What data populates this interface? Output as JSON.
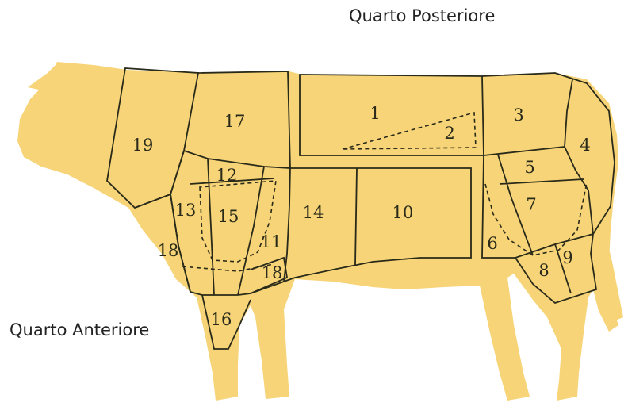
{
  "labels": {
    "posterior": "Quarto Posteriore",
    "anterior": "Quarto Anteriore"
  },
  "colors": {
    "body": "#f6d477",
    "lines": "#2a2a1a",
    "background": "#ffffff"
  },
  "cuts": {
    "c1": "1",
    "c2": "2",
    "c3": "3",
    "c4": "4",
    "c5": "5",
    "c6": "6",
    "c7": "7",
    "c8": "8",
    "c9": "9",
    "c10": "10",
    "c11": "11",
    "c12": "12",
    "c13": "13",
    "c14": "14",
    "c15": "15",
    "c16": "16",
    "c17": "17",
    "c18a": "18",
    "c18b": "18",
    "c19": "19"
  }
}
